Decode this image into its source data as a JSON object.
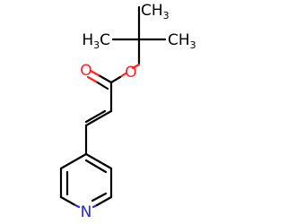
{
  "molecule": {
    "atoms": {
      "methyl_left": {
        "text": "H3C",
        "main": "H",
        "sub": "3",
        "tail": "C"
      },
      "methyl_right": {
        "text": "CH3",
        "main": "CH",
        "sub": "3"
      },
      "methyl_top": {
        "text": "CH3",
        "main": "CH",
        "sub": "3"
      },
      "carbonyl_oxygen": {
        "text": "O"
      },
      "ester_oxygen": {
        "text": "O"
      },
      "pyridine_nitrogen": {
        "text": "N"
      }
    },
    "colors": {
      "carbon": "#000000",
      "oxygen": "#ff2222",
      "nitrogen": "#2828d8"
    }
  }
}
